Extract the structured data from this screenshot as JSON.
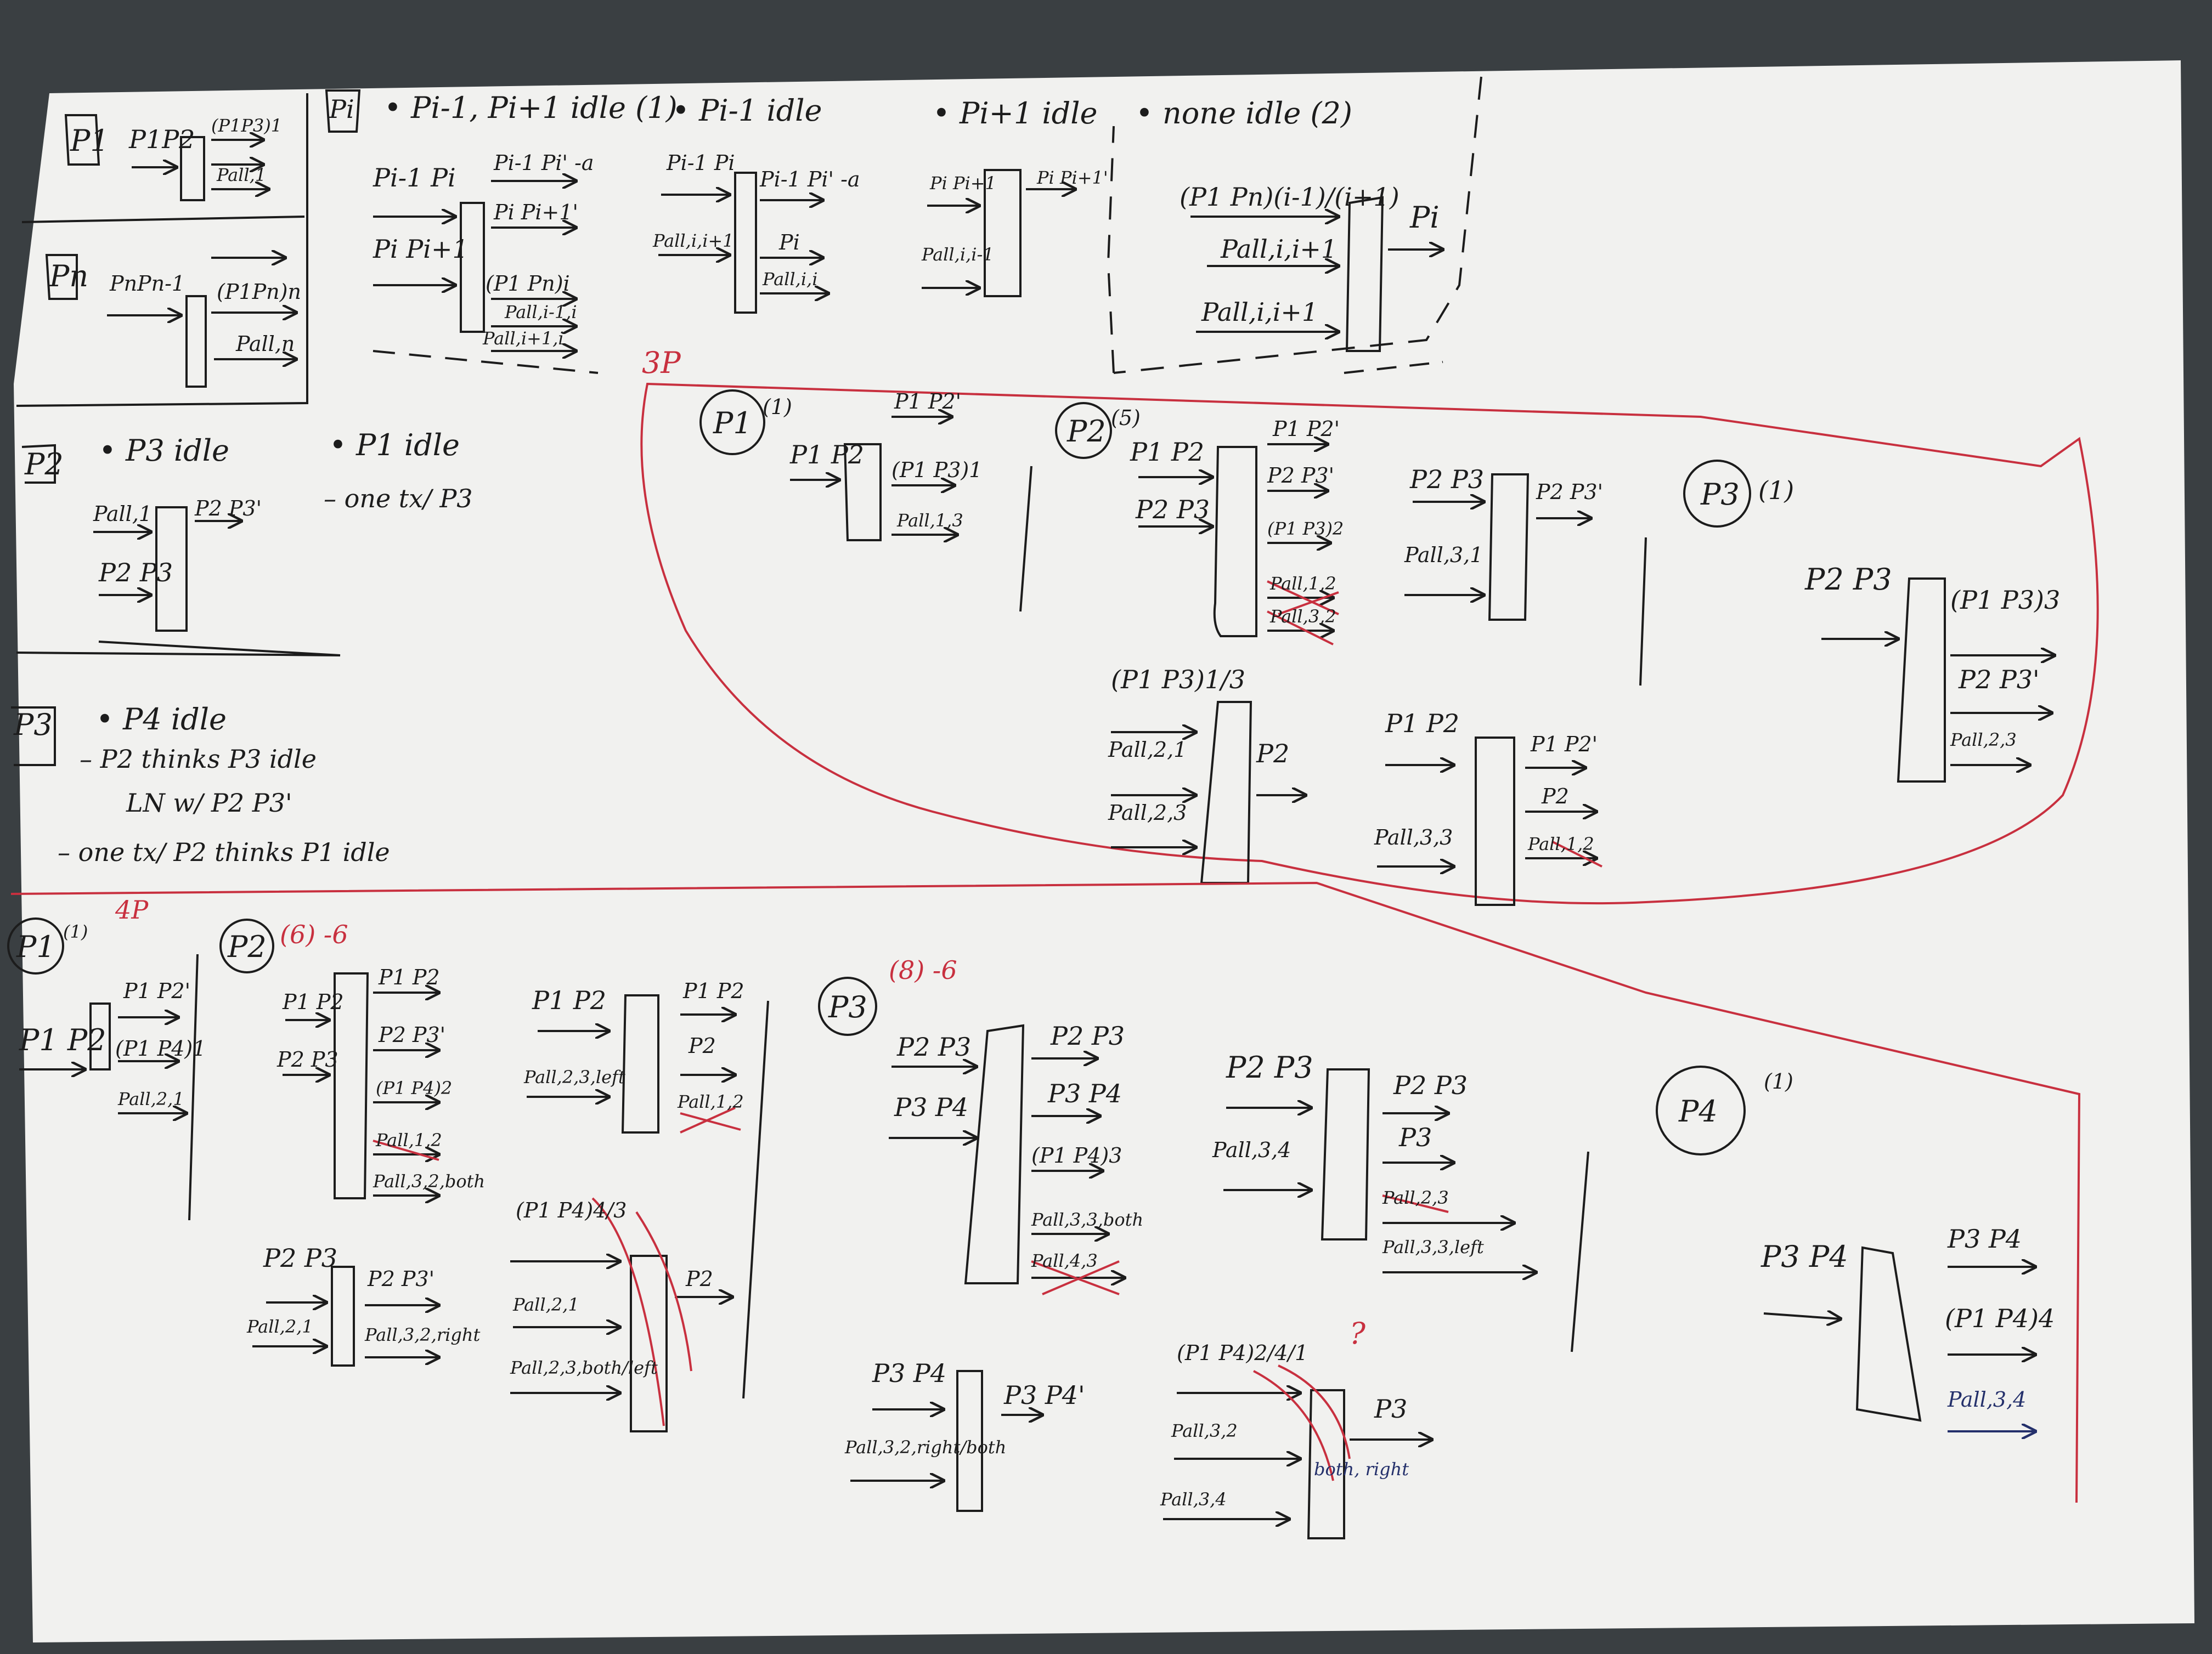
{
  "colors": {
    "paper": "#f1f1ef",
    "ink": "#1c1c1c",
    "red_ink": "#c8303f",
    "blue_ink": "#24306b",
    "background": "#3a3f42"
  },
  "sections": {
    "top_left": {
      "p1_label": "P1",
      "p1_inputs": [
        "P1P2"
      ],
      "p1_outputs": [
        "(P1P3)1",
        "Pall,1"
      ],
      "pn_label": "Pn",
      "pn_inputs": [
        "PnPn-1"
      ],
      "pn_outputs": [
        "(P1Pn)n",
        "Pall,n"
      ]
    },
    "top_general": {
      "pi_label": "Pi",
      "case1_title": "• Pi-1, Pi+1 idle (1)",
      "case1_inputs": [
        "Pi-1 Pi",
        "Pi Pi+1"
      ],
      "case1_outputs": [
        "Pi-1 Pi' -a",
        "Pi Pi+1'",
        "(P1 Pn)i",
        "Pall,i-1,i",
        "Pall,i+1,i"
      ],
      "case2_title": "• Pi-1 idle",
      "case2_inputs": [
        "Pi-1 Pi",
        "Pall,i,i+1"
      ],
      "case2_outputs": [
        "Pi-1 Pi' -a",
        "Pi",
        "Pall,i,i"
      ],
      "case3_title": "• Pi+1 idle",
      "case3_inputs": [
        "Pi Pi+1",
        "Pall,i,i-1"
      ],
      "case3_outputs": [
        "Pi Pi+1'"
      ],
      "case4_title": "• none idle (2)",
      "case4_inputs": [
        "(P1 Pn)(i-1)/(i+1)",
        "Pall,i,i+1",
        "Pall,i,i+1"
      ],
      "case4_outputs": [
        "Pi"
      ]
    },
    "left_p2": {
      "label": "P2",
      "case1_title": "• P3 idle",
      "case1_inputs": [
        "Pall,1",
        "P2 P3"
      ],
      "case1_outputs": [
        "P2 P3'"
      ],
      "case2_title": "• P1 idle",
      "case2_note": "– one tx/ P3"
    },
    "left_p3": {
      "label": "P3",
      "line1": "• P4 idle",
      "line2": "– P2 thinks P3 idle",
      "line3": "LN w/ P2 P3'",
      "line4": "– one tx/ P2 thinks P1 idle"
    },
    "section_3p": {
      "tag": "3P",
      "p1_label": "P1",
      "p1_count": "(1)",
      "p1_inputs": [
        "P1 P2"
      ],
      "p1_outputs": [
        "P1 P2'",
        "(P1 P3)1",
        "Pall,1,3"
      ],
      "p2_label": "P2",
      "p2_count": "(5)",
      "p2a_inputs": [
        "P1 P2",
        "P2 P3"
      ],
      "p2a_outputs": [
        "P1 P2'",
        "P2 P3'",
        "(P1 P3)2",
        "Pall,1,2",
        "Pall,3,2"
      ],
      "p2b_inputs": [
        "P2 P3",
        "Pall,3,1"
      ],
      "p2b_outputs": [
        "P2 P3'"
      ],
      "p2c_inputs": [
        "(P1 P3)1/3",
        "Pall,2,1",
        "Pall,2,3"
      ],
      "p2c_outputs": [
        "P2"
      ],
      "p2d_inputs": [
        "P1 P2",
        "Pall,3,3"
      ],
      "p2d_outputs": [
        "P1 P2'",
        "P2",
        "Pall,1,2"
      ],
      "p3_label": "P3",
      "p3_count": "(1)",
      "p3_inputs": [
        "P2 P3"
      ],
      "p3_outputs": [
        "(P1 P3)3",
        "P2 P3'",
        "Pall,2,3"
      ]
    },
    "section_4p": {
      "tag": "4P",
      "p1_label": "P1",
      "p1_count": "(1)",
      "p1_inputs": [
        "P1 P2"
      ],
      "p1_outputs": [
        "P1 P2'",
        "(P1 P4)1",
        "Pall,2,1"
      ],
      "p2_label": "P2",
      "p2_count": "(6) -6",
      "p2a_inputs": [
        "P1 P2",
        "P2 P3"
      ],
      "p2a_outputs": [
        "P1 P2",
        "P2 P3'",
        "(P1 P4)2",
        "Pall,1,2",
        "Pall,3,2,both"
      ],
      "p2b_inputs": [
        "P1 P2",
        "Pall,2,3,left"
      ],
      "p2b_outputs": [
        "P1 P2",
        "P2",
        "Pall,1,2"
      ],
      "p2c_inputs": [
        "P2 P3",
        "Pall,2,1"
      ],
      "p2c_outputs": [
        "P2 P3'",
        "Pall,3,2,right"
      ],
      "p2d_inputs": [
        "(P1 P4)4/3",
        "Pall,2,1",
        "Pall,2,3,both/left"
      ],
      "p2d_outputs": [
        "P2"
      ],
      "p3_label": "P3",
      "p3_count": "(8) -6",
      "p3a_inputs": [
        "P2 P3",
        "P3 P4"
      ],
      "p3a_outputs": [
        "P2 P3",
        "P3 P4",
        "(P1 P4)3",
        "Pall,3,3,both",
        "Pall,4,3"
      ],
      "p3b_inputs": [
        "P2 P3",
        "Pall,3,4"
      ],
      "p3b_outputs": [
        "P2 P3",
        "P3",
        "Pall,2,3",
        "Pall,3,3,left"
      ],
      "p3c_inputs": [
        "P3 P4",
        "Pall,3,2,right/both"
      ],
      "p3c_outputs": [
        "P3 P4'"
      ],
      "p3d_inputs": [
        "(P1 P4)2/4/1",
        "Pall,3,2",
        "Pall,3,4"
      ],
      "p3d_outputs": [
        "P3"
      ],
      "p3d_annot": "both, right",
      "question": "?",
      "p4_label": "P4",
      "p4_count": "(1)",
      "p4_inputs": [
        "P3 P4"
      ],
      "p4_outputs": [
        "P3 P4",
        "(P1 P4)4",
        "Pall,3,4"
      ]
    }
  }
}
